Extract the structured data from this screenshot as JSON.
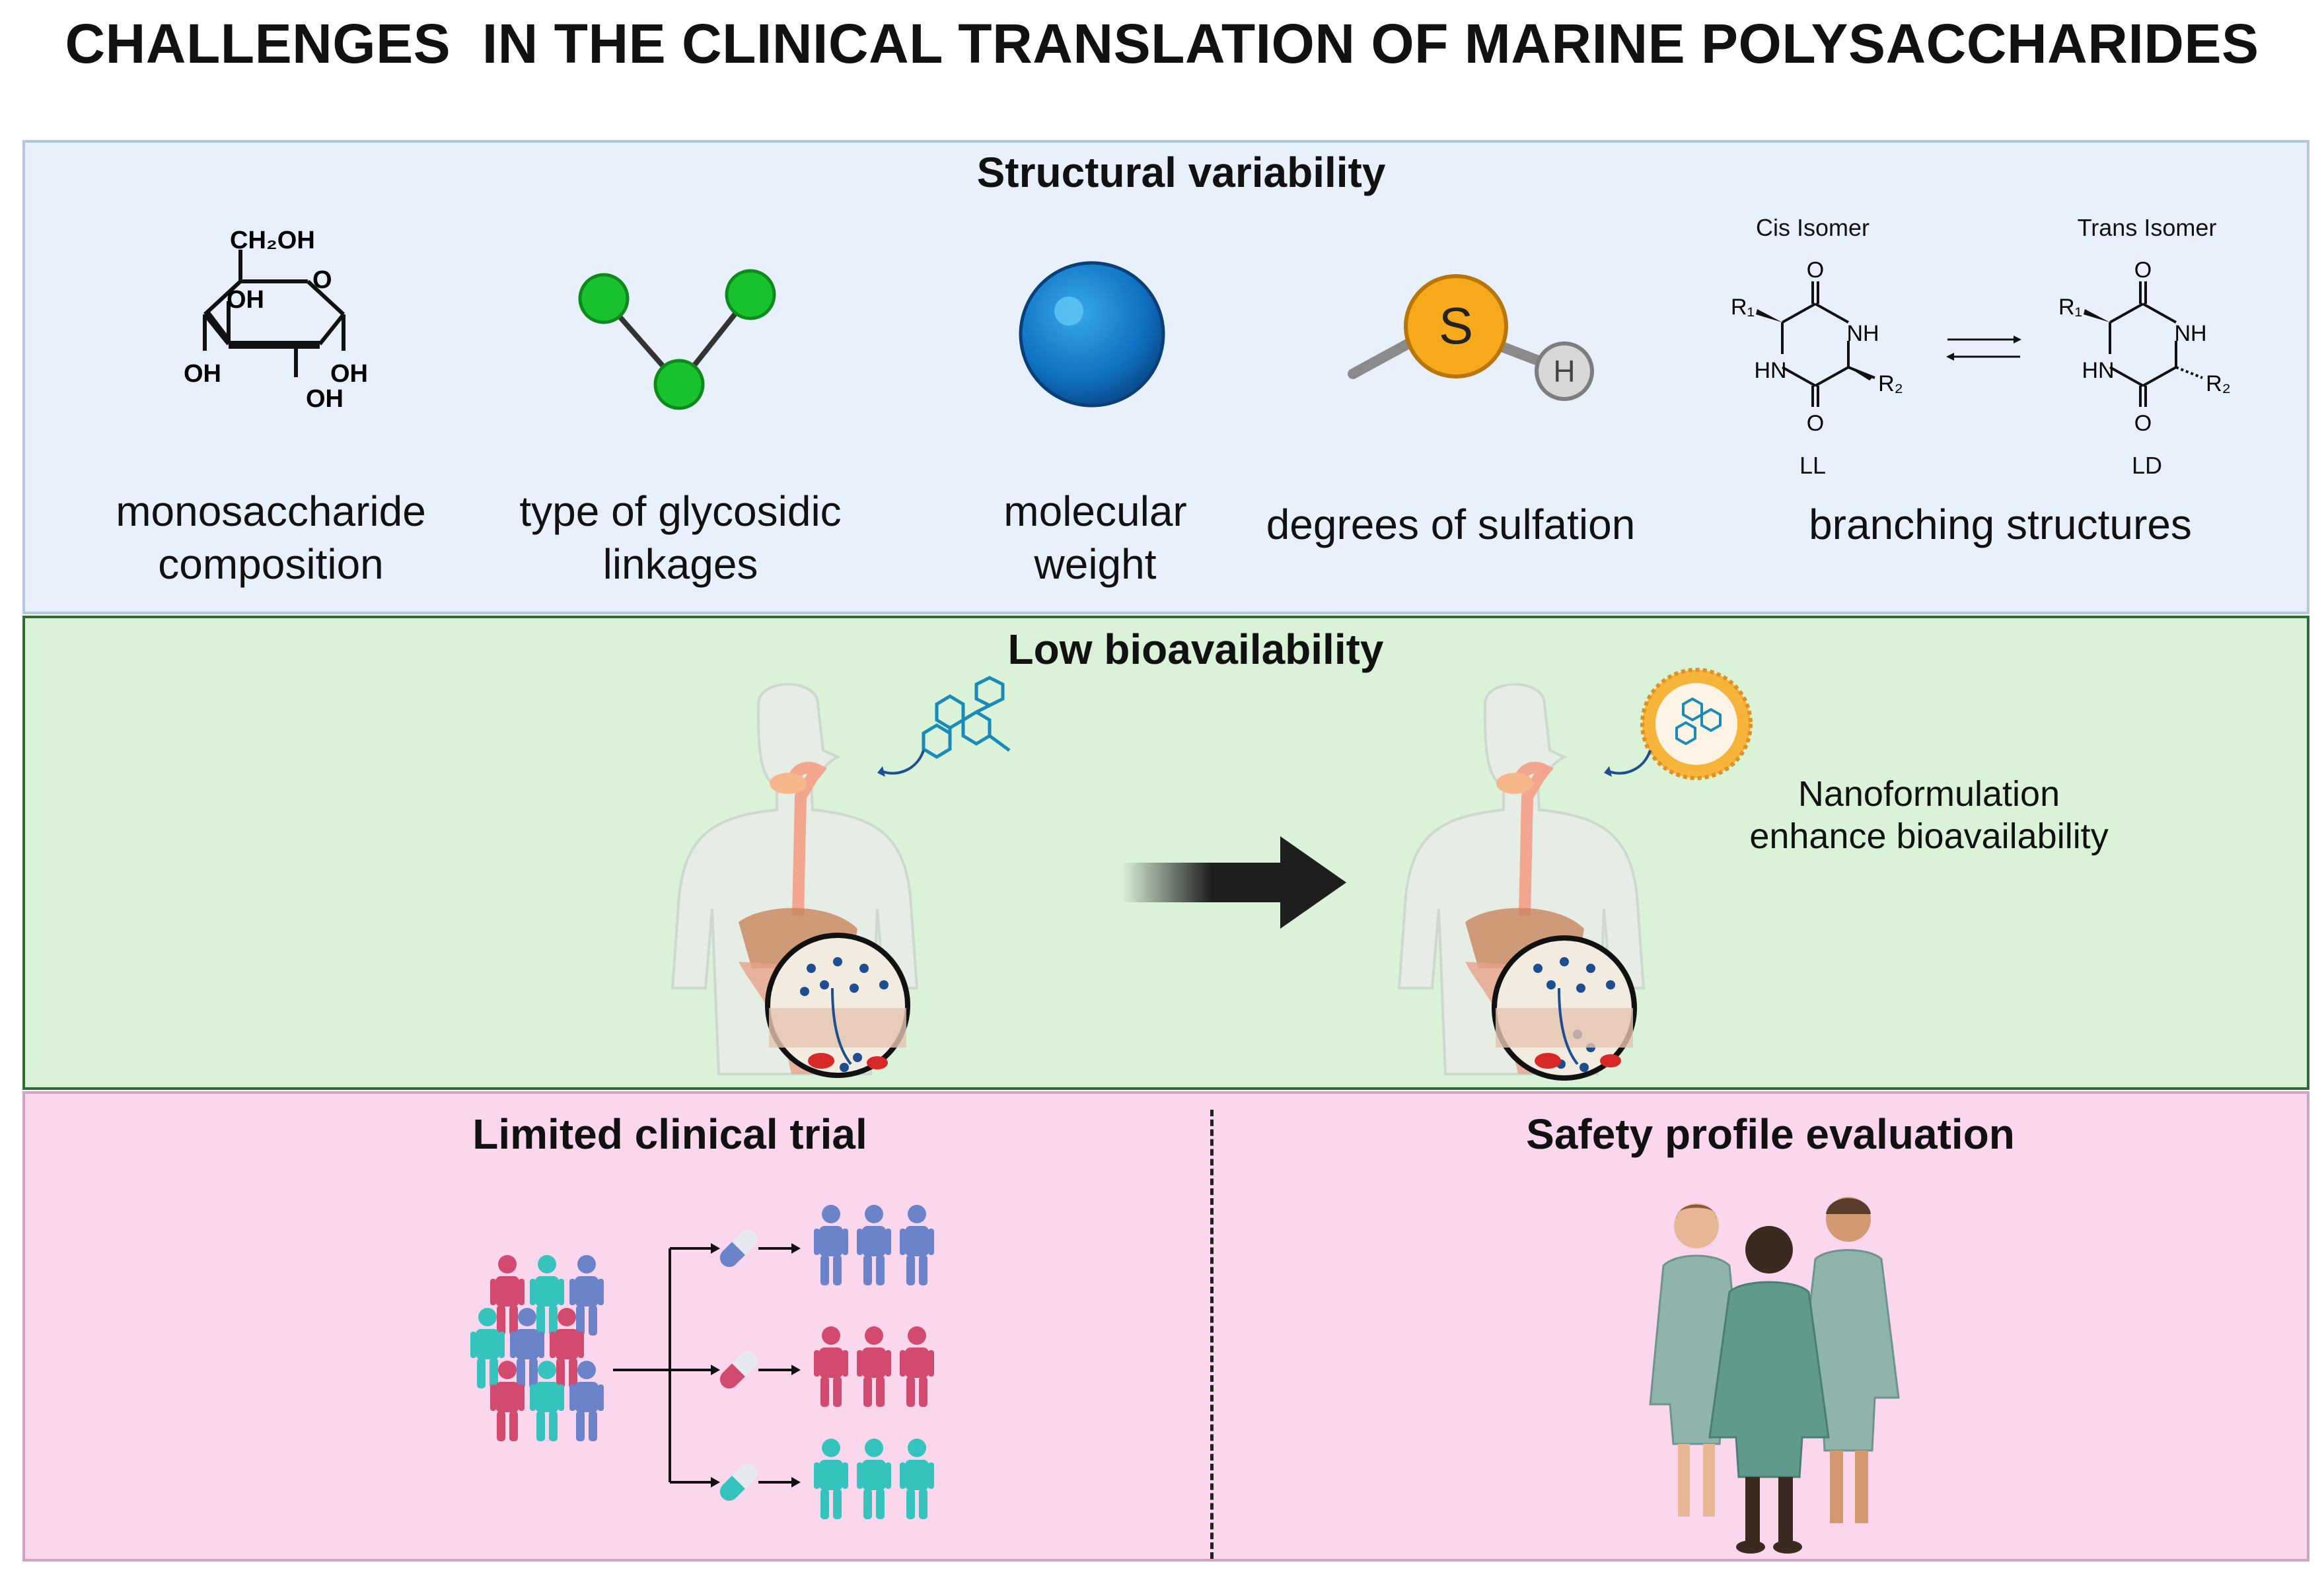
{
  "title": "CHALLENGES  IN THE CLINICAL TRANSLATION OF MARINE POLYSACCHARIDES",
  "structural": {
    "heading": "Structural variability",
    "items": [
      {
        "label_lines": [
          "monosaccharide",
          "composition"
        ],
        "icon": "glucose-structure-icon"
      },
      {
        "label_lines": [
          "type of glycosidic",
          "linkages"
        ],
        "icon": "glycosidic-linkage-icon"
      },
      {
        "label_lines": [
          "molecular",
          "weight"
        ],
        "icon": "molecule-sphere-icon"
      },
      {
        "label_lines": [
          "degrees of sulfation"
        ],
        "icon": "sulfur-hydrogen-icon"
      },
      {
        "label_lines": [
          "branching structures"
        ],
        "icon": "isomer-structure-icon"
      }
    ],
    "sugar_labels": {
      "ch2oh": "CH₂OH",
      "o": "O",
      "oh1": "OH",
      "oh2": "OH",
      "oh3": "OH",
      "oh4": "OH"
    },
    "sh_labels": {
      "s": "S",
      "h": "H"
    },
    "isomers": {
      "cis": {
        "title": "Cis Isomer",
        "code": "LL",
        "o_top": "O",
        "o_bottom": "O",
        "nh": "NH",
        "hn": "HN",
        "r1": "R₁",
        "r2": "R₂"
      },
      "trans": {
        "title": "Trans Isomer",
        "code": "LD",
        "o_top": "O",
        "o_bottom": "O",
        "nh": "NH",
        "hn": "HN",
        "r1": "R₁",
        "r2": "R₂"
      }
    }
  },
  "bioavailability": {
    "heading": "Low bioavailability",
    "note_lines": [
      "Nanoformulation",
      "enhance bioavailability"
    ],
    "colors": {
      "arrow": "#1e1e1e",
      "body": "#e9efe8",
      "esophagus": "#f2a58f",
      "particle": "#1d4e8f"
    }
  },
  "clinical": {
    "heading": "Limited clinical trial",
    "groups": [
      "#6b83c8",
      "#d24a6d",
      "#35c4bd"
    ],
    "colors": {
      "blue": "#6b83c8",
      "red": "#d24a6d",
      "teal": "#35c4bd"
    }
  },
  "safety": {
    "heading": "Safety profile evaluation",
    "colors": {
      "gown": "#8fb3ad",
      "gown_dark": "#5f9a8d",
      "skin_light": "#e8b896",
      "skin_dark": "#3b2a20"
    }
  }
}
